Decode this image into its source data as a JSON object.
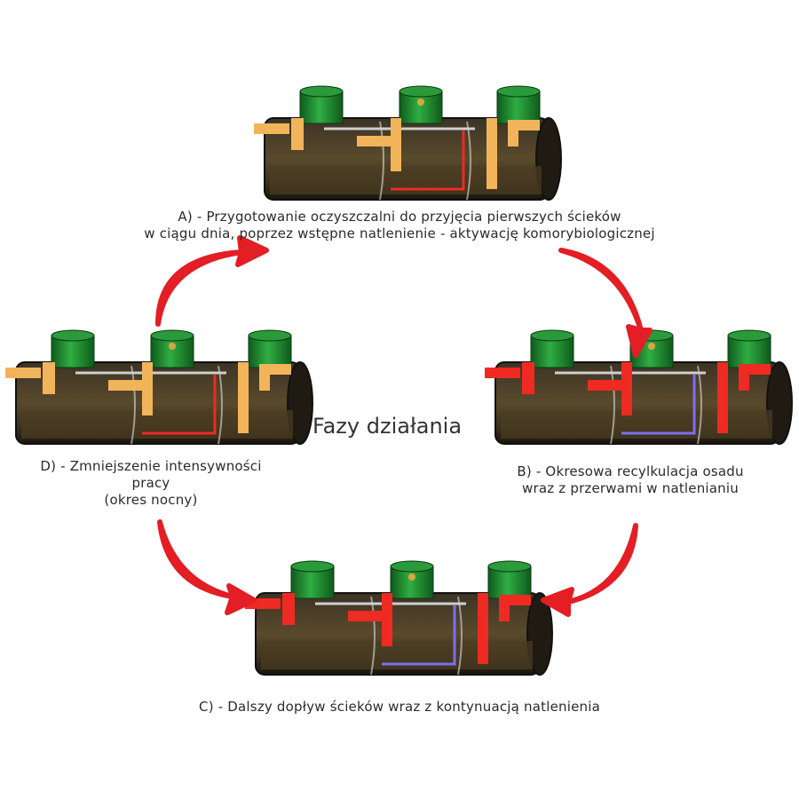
{
  "title": "Fazy działania",
  "phases": [
    {
      "id": "A",
      "lines": [
        "A) - Przygotowanie oczyszczalni do przyjęcia pierwszych ścieków",
        "w ciągu dnia, poprzez wstępne natlenienie - aktywację komorybiologicznej"
      ]
    },
    {
      "id": "B",
      "lines": [
        "B) - Okresowa recylkulacja osadu",
        "wraz z przerwami w natlenianiu"
      ]
    },
    {
      "id": "C",
      "lines": [
        "C) - Dalszy dopływ ścieków wraz z kontynuacją natlenienia"
      ]
    },
    {
      "id": "D",
      "lines": [
        "D) - Zmniejszenie intensywności",
        "pracy",
        "(okres nocny)"
      ]
    }
  ],
  "colors": {
    "arrow": "#e31e24",
    "lid": "#1f8a2e",
    "tank": "#2a2418",
    "pipe_idle": "#f2b45a",
    "pipe_active": "#ee2a22",
    "air_line": "#7a6ff0"
  },
  "tank_states": [
    {
      "phase": "A",
      "pipes": "idle"
    },
    {
      "phase": "B",
      "pipes": "active"
    },
    {
      "phase": "C",
      "pipes": "active"
    },
    {
      "phase": "D",
      "pipes": "idle"
    }
  ]
}
